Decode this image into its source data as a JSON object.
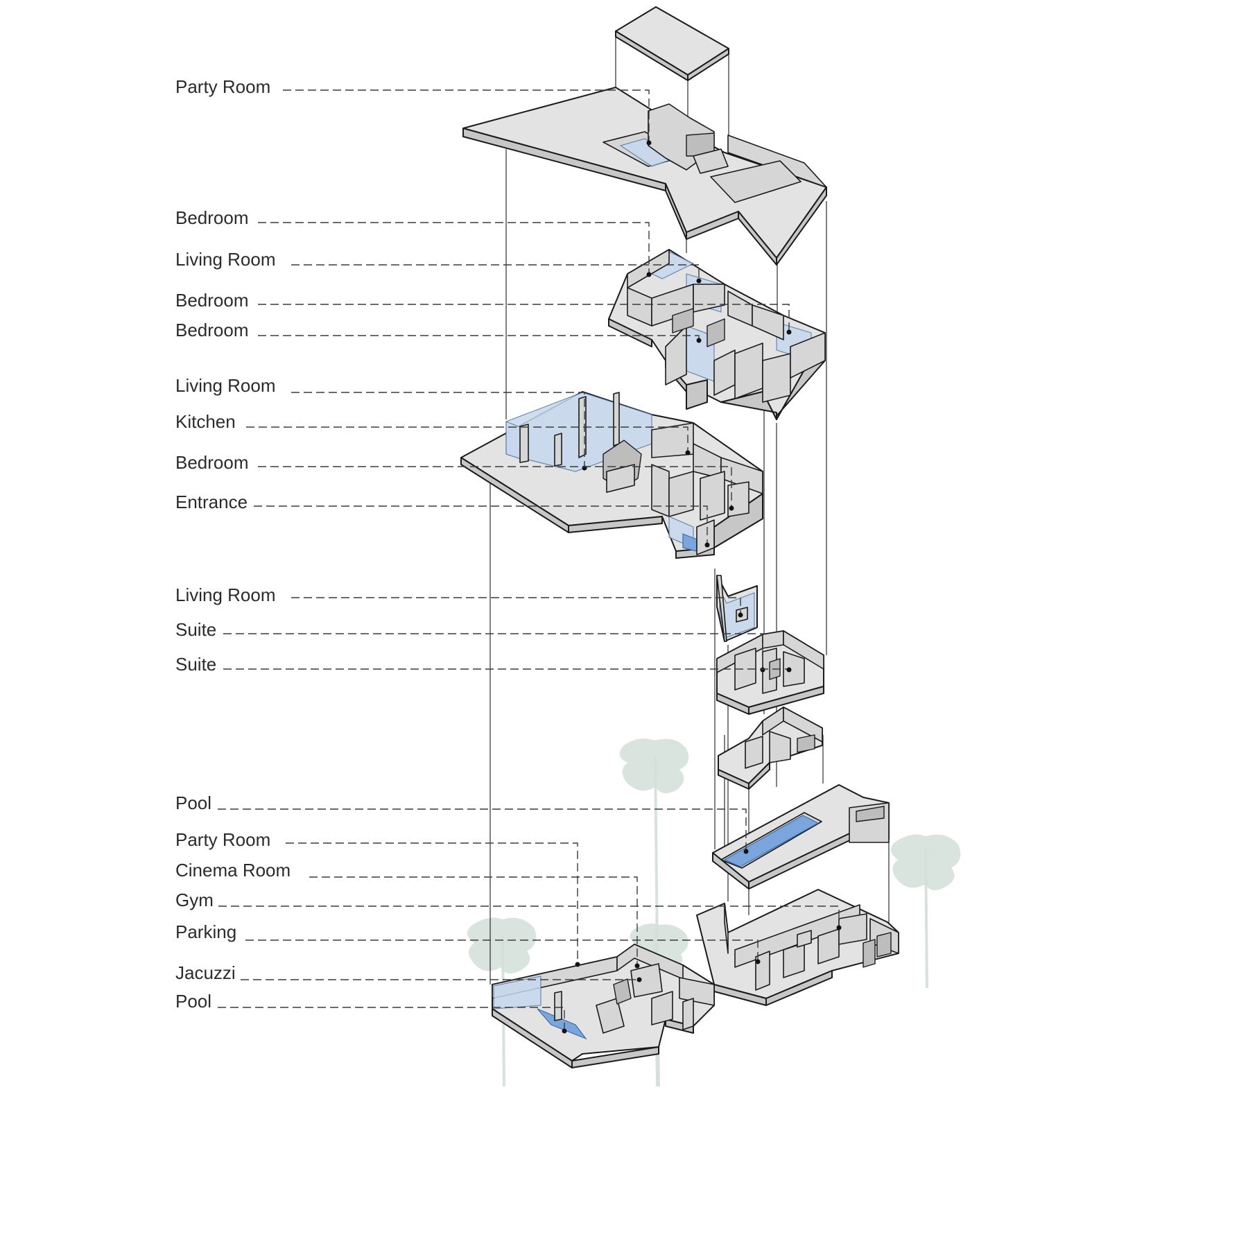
{
  "labels": [
    "Party Room",
    "Bedroom",
    "Living Room",
    "Bedroom",
    "Bedroom",
    "Living Room",
    "Kitchen",
    "Bedroom",
    "Entrance",
    "Living Room",
    "Suite",
    "Suite",
    "Pool",
    "Party Room",
    "Cinema Room",
    "Gym",
    "Parking",
    "Jacuzzi",
    "Pool"
  ],
  "colors": {
    "slab": "#dcdcdc",
    "glass": "#c7d8ef",
    "water": "#7ba6dd",
    "tree": "#d4dfd9",
    "outline": "#1a1a1a"
  }
}
